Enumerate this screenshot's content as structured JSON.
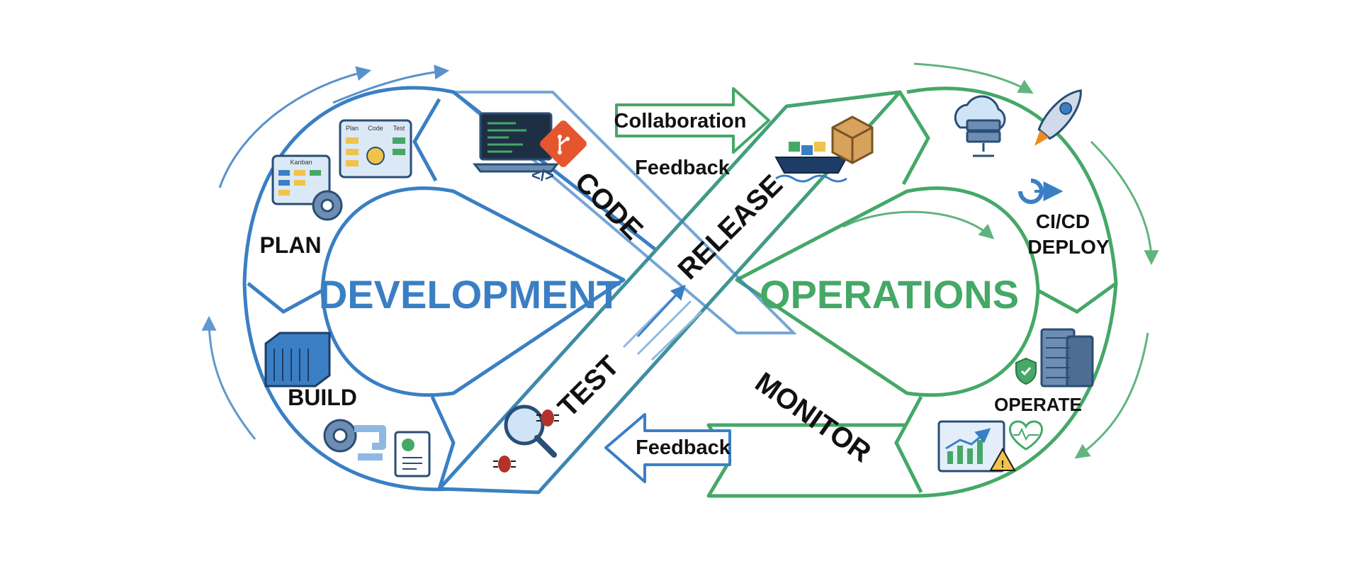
{
  "colors": {
    "dev_blue": "#3a7fc4",
    "dev_blue_light": "#8fb8e2",
    "ops_green": "#45a867",
    "ops_green_light": "#9fd3ad",
    "text_dark": "#111111"
  },
  "diagram": {
    "left_loop_title": "DEVELOPMENT",
    "right_loop_title": "OPERATIONS",
    "stages": {
      "plan": "PLAN",
      "code": "CODE",
      "build": "BUILD",
      "test": "TEST",
      "release": "RELEASE",
      "deploy_line1": "CI/CD",
      "deploy_line2": "DEPLOY",
      "operate": "OPERATE",
      "monitor": "MONITOR"
    },
    "banners": {
      "collaboration": "Collaboration",
      "feedback_top": "Feedback",
      "feedback_bottom": "Feedback"
    },
    "kanban": {
      "board_title": "Kanban",
      "columns": [
        "Plan",
        "Code",
        "Test"
      ]
    },
    "icons": {
      "kanban": "kanban-board-icon",
      "task_board": "task-board-icon",
      "laptop": "laptop-code-icon",
      "git": "git-branch-icon",
      "container": "container-icon",
      "pipeline": "pipeline-gear-icon",
      "document": "document-icon",
      "magnifier": "magnifier-icon",
      "bug": "bug-icon",
      "ship": "container-ship-icon",
      "package": "package-box-icon",
      "cloud_server": "cloud-server-icon",
      "rocket": "rocket-icon",
      "server_rack": "server-rack-icon",
      "shield": "shield-check-icon",
      "dashboard": "dashboard-chart-icon",
      "heartbeat": "heartbeat-icon",
      "warning": "warning-icon"
    }
  }
}
